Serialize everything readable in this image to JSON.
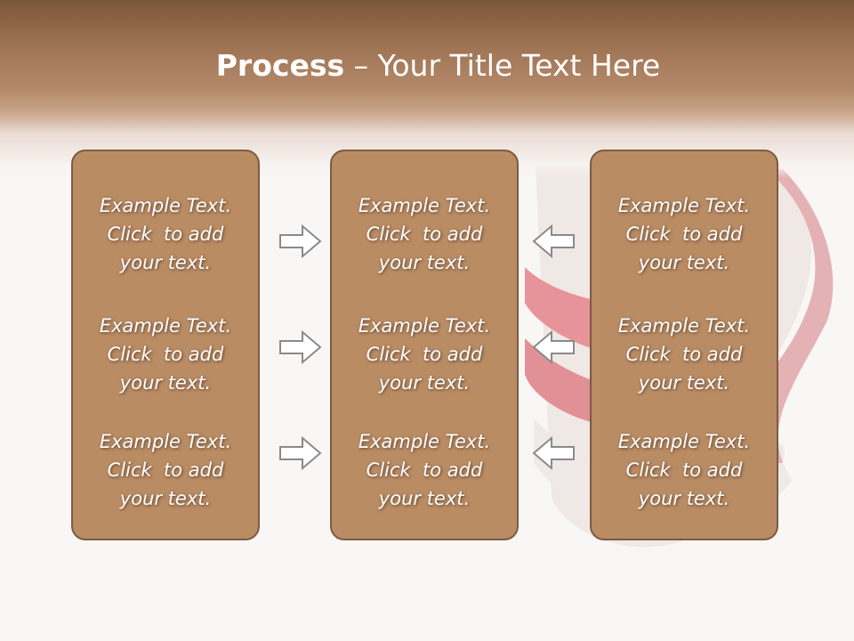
{
  "slide": {
    "title_bold": "Process",
    "title_rest": " – Your Title Text Here"
  },
  "columns": [
    {
      "items": [
        {
          "line1": "Example Text.",
          "line2": "Click  to add",
          "line3": "your text."
        },
        {
          "line1": "Example Text.",
          "line2": "Click  to add",
          "line3": "your text."
        },
        {
          "line1": "Example Text.",
          "line2": "Click  to add",
          "line3": "your text."
        }
      ]
    },
    {
      "items": [
        {
          "line1": "Example Text.",
          "line2": "Click  to add",
          "line3": "your text."
        },
        {
          "line1": "Example Text.",
          "line2": "Click  to add",
          "line3": "your text."
        },
        {
          "line1": "Example Text.",
          "line2": "Click  to add",
          "line3": "your text."
        }
      ]
    },
    {
      "items": [
        {
          "line1": "Example Text.",
          "line2": "Click  to add",
          "line3": "your text."
        },
        {
          "line1": "Example Text.",
          "line2": "Click  to add",
          "line3": "your text."
        },
        {
          "line1": "Example Text.",
          "line2": "Click  to add",
          "line3": "your text."
        }
      ]
    }
  ],
  "arrows": {
    "left_group": "right-arrow-icon",
    "right_group": "left-arrow-icon"
  },
  "colors": {
    "header_dark": "#7a5639",
    "box_fill": "#b98c64",
    "box_border": "#7d5b42",
    "background": "#f9f7f6",
    "decor_red": "#c8404a"
  }
}
